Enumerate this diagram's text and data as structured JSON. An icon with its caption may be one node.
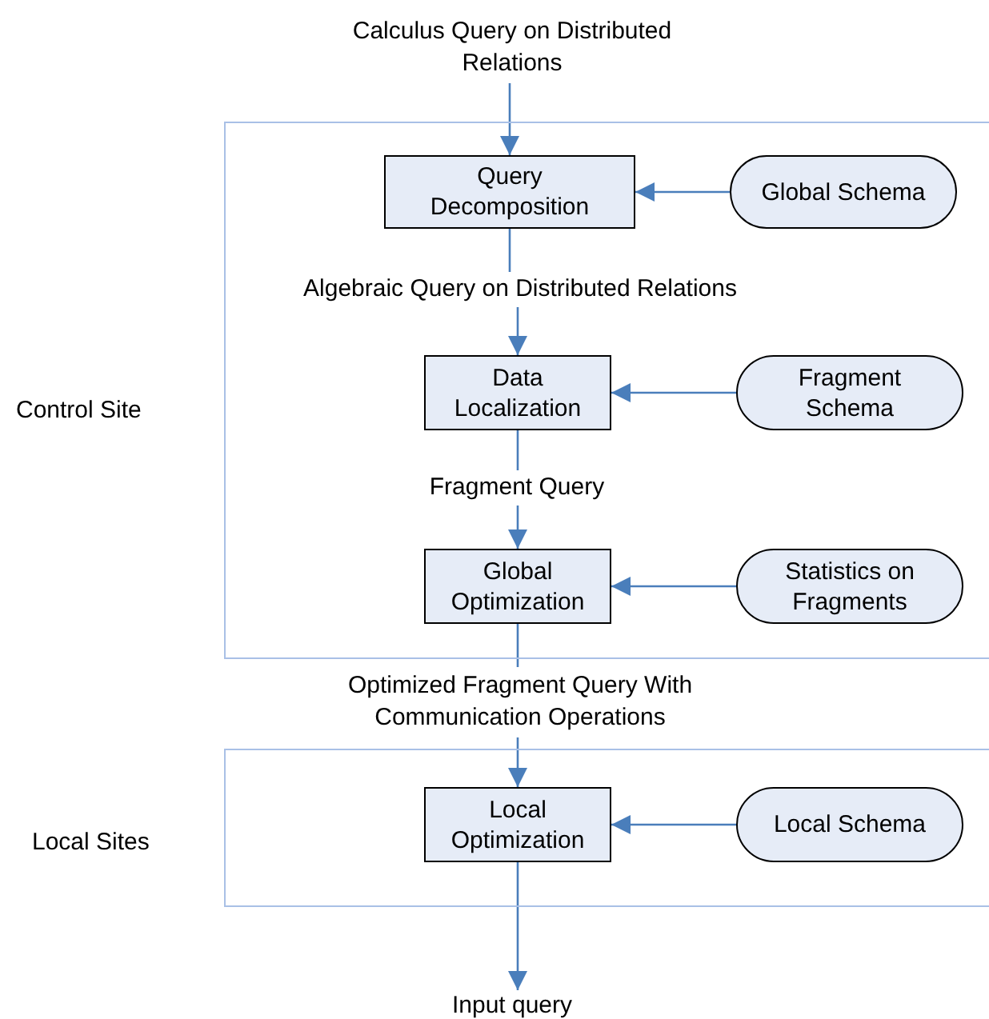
{
  "diagram": {
    "nodes": [
      {
        "text": [
          "Calculus Query on Distributed Relations"
        ]
      },
      {
        "text": [
          "Control Site"
        ]
      },
      {
        "text": [
          "Query Decomposition"
        ],
        "in": 1
      },
      {
        "text": [
          "Global Schema"
        ],
        "in": 1
      },
      {
        "text": [
          "Algebraic Query on Distributed Relations"
        ],
        "in": 1
      },
      {
        "text": [
          "Data Localization"
        ],
        "in": 1
      },
      {
        "text": [
          "Fragment Schema"
        ],
        "in": 1
      },
      {
        "text": [
          "Fragment Query"
        ],
        "in": 1
      },
      {
        "text": [
          "Global Optimization"
        ],
        "in": 1
      },
      {
        "text": [
          "Statistics on Fragments"
        ],
        "in": 1
      },
      {
        "text": [
          "Optimized Fragment Query With Communication Operations"
        ]
      },
      {
        "text": [
          "Local Sites"
        ]
      },
      {
        "text": [
          "Local Optimization"
        ],
        "in": 11
      },
      {
        "text": [
          "Local Schema"
        ],
        "in": 11
      },
      {
        "text": [
          "Input query"
        ]
      }
    ],
    "edges": [
      {
        "from": 0,
        "to": 2,
        "arrow": "to"
      },
      {
        "from": 3,
        "to": 2,
        "arrow": "to"
      },
      {
        "from": 2,
        "to": 4,
        "arrow": "none"
      },
      {
        "from": 4,
        "to": 5,
        "arrow": "to"
      },
      {
        "from": 6,
        "to": 5,
        "arrow": "to"
      },
      {
        "from": 5,
        "to": 7,
        "arrow": "none"
      },
      {
        "from": 7,
        "to": 8,
        "arrow": "to"
      },
      {
        "from": 9,
        "to": 8,
        "arrow": "to"
      },
      {
        "from": 8,
        "to": 10,
        "arrow": "none"
      },
      {
        "from": 10,
        "to": 12,
        "arrow": "to"
      },
      {
        "from": 13,
        "to": 12,
        "arrow": "to"
      },
      {
        "from": 12,
        "to": 14,
        "arrow": "to"
      }
    ]
  }
}
